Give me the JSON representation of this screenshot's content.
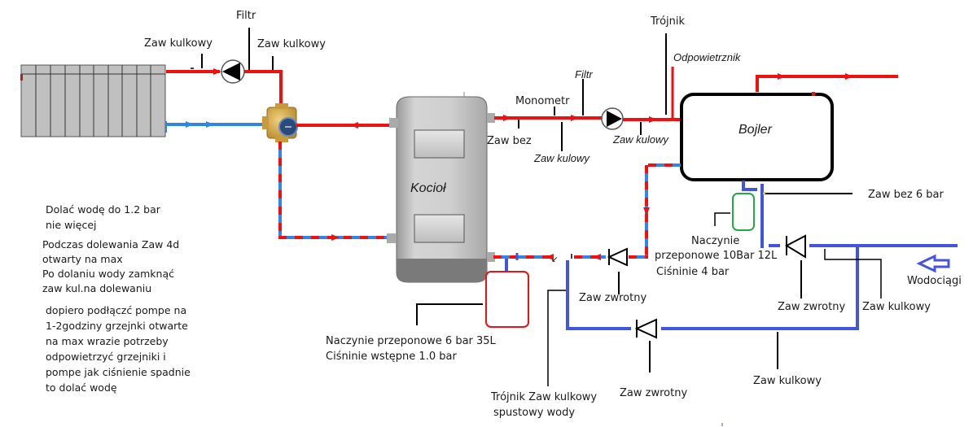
{
  "diagram": {
    "title": "Heating system schematic",
    "colors": {
      "hot_pipe": "#ee1111",
      "cold_pipe": "#2f86e8",
      "water_supply": "#4455dd",
      "expansion_small": "#22aa44",
      "expansion_large": "#ee1111"
    },
    "components": {
      "boiler": "Kocioł",
      "tank": "Bojler"
    },
    "labels": {
      "filtr_top": "Filtr",
      "zaw_kulkowy_left": "Zaw kulkowy",
      "zaw_kulkowy_right": "Zaw kulkowy",
      "monometr": "Monometr",
      "filtr_mid": "Filtr",
      "zaw_bez": "Zaw bez",
      "zaw_kulowy_1": "Zaw kulowy",
      "zaw_kulowy_2": "Zaw kulowy",
      "trojnik": "Trójnik",
      "odpowietrznik": "Odpowietrznik",
      "zaw_bez_6bar": "Zaw bez  6 bar",
      "naczynie_small_1": "Naczynie",
      "naczynie_small_2": "przeponowe 10Bar 12L",
      "cisnienie_4bar": "Ciśninie 4 bar",
      "zaw_zwrotny_mid": "Zaw zwrotny",
      "zaw_zwrotny_right": "Zaw zwrotny",
      "zaw_kulkowy_supply": "Zaw kulkowy",
      "wodociagi": "Wodociągi",
      "naczynie_large_1": "Naczynie przeponowe 6 bar 35L",
      "naczynie_large_2": "Ciśninie wstępne 1.0 bar",
      "trojnik_spust_1": "Trójnik Zaw kulkowy",
      "trojnik_spust_2": "spustowy wody",
      "zaw_zwrotny_bottom": "Zaw zwrotny",
      "zaw_kulkowy_bottom": "Zaw kulkowy"
    },
    "notes": [
      "Dolać wodę  do 1.2 bar",
      "nie więcej",
      "Podczas dolewania Zaw 4d",
      "otwarty na max",
      "Po dolaniu wody zamknąć",
      "zaw kul.na dolewaniu",
      "dopiero podłączć pompe na",
      "1-2godziny grzejnki otwarte",
      "na max wrazie potrzeby",
      "odpowietrzyć grzejniki i",
      "pompe jak ciśnienie spadnie",
      "to dolać wodę"
    ]
  }
}
